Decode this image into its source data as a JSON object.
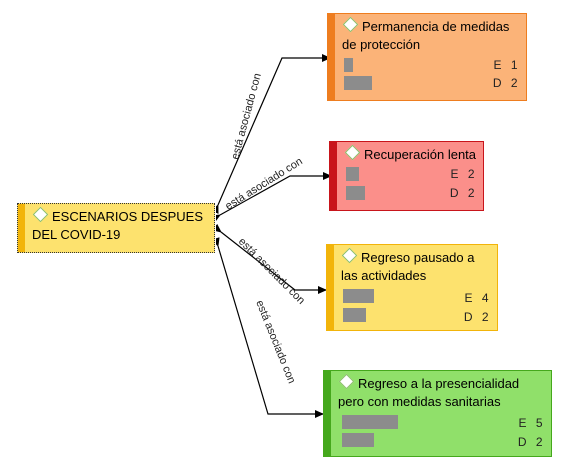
{
  "central": {
    "label": "ESCENARIOS DESPUES DEL COVID-19"
  },
  "nodes": [
    {
      "label": "Permanencia de medidas de protección",
      "e_letter": "E",
      "e": "1",
      "d_letter": "D",
      "d": "2"
    },
    {
      "label": "Recuperación lenta",
      "e_letter": "E",
      "e": "2",
      "d_letter": "D",
      "d": "2"
    },
    {
      "label": "Regreso pausado a las actividades",
      "e_letter": "E",
      "e": "4",
      "d_letter": "D",
      "d": "2"
    },
    {
      "label": "Regreso a la presencialidad pero con medidas sanitarias",
      "e_letter": "E",
      "e": "5",
      "d_letter": "D",
      "d": "2"
    }
  ],
  "edges": [
    {
      "label": "está asociado con"
    },
    {
      "label": "está asociado con"
    },
    {
      "label": "está asociado con"
    },
    {
      "label": "está asociado con"
    }
  ],
  "colors": {
    "central_fill": "#fde26e",
    "central_stripe": "#f2b40a",
    "orange_fill": "#fbb378",
    "orange_stripe": "#ee7d1f",
    "red_fill": "#fb8f8a",
    "red_stripe": "#c8151b",
    "yellow_fill": "#fde26e",
    "yellow_stripe": "#f2b40a",
    "green_fill": "#90e06a",
    "green_stripe": "#45a81c"
  }
}
